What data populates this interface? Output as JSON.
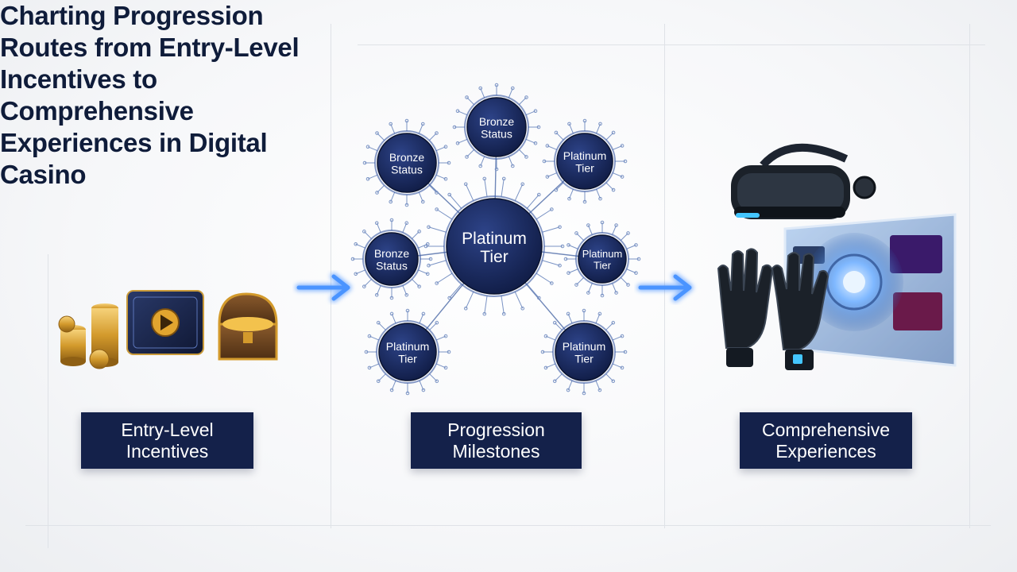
{
  "title": "Charting Progression Routes from Entry-Level Incentives to Comprehensive Experiences in Digital Casino",
  "colors": {
    "navy": "#14214a",
    "node_fill": "#1b2a5e",
    "glow_blue": "#3c8bff",
    "gold": "#d9a030"
  },
  "stages": [
    {
      "label": "Entry-Level\nIncentives"
    },
    {
      "label": "Progression\nMilestones"
    },
    {
      "label": "Comprehensive\nExperiences"
    }
  ],
  "network": {
    "center": {
      "line1": "Platinum",
      "line2": "Tier"
    },
    "satellites": [
      {
        "line1": "Bronze",
        "line2": "Status"
      },
      {
        "line1": "Bronze",
        "line2": "Status"
      },
      {
        "line1": "Platinum",
        "line2": "Tier"
      },
      {
        "line1": "Bronze",
        "line2": "Status"
      },
      {
        "line1": "Platinum",
        "line2": "Tier"
      },
      {
        "line1": "Platinum",
        "line2": "Tier"
      },
      {
        "line1": "Platinum",
        "line2": "Tier"
      }
    ]
  },
  "icons": {
    "stage1": [
      "coins-stack-icon",
      "video-card-icon",
      "treasure-chest-icon"
    ],
    "arrows": [
      "right-arrow-icon",
      "right-arrow-icon"
    ],
    "stage3": [
      "vr-headset-icon",
      "haptic-gloves-icon",
      "holographic-screen-icon"
    ]
  }
}
